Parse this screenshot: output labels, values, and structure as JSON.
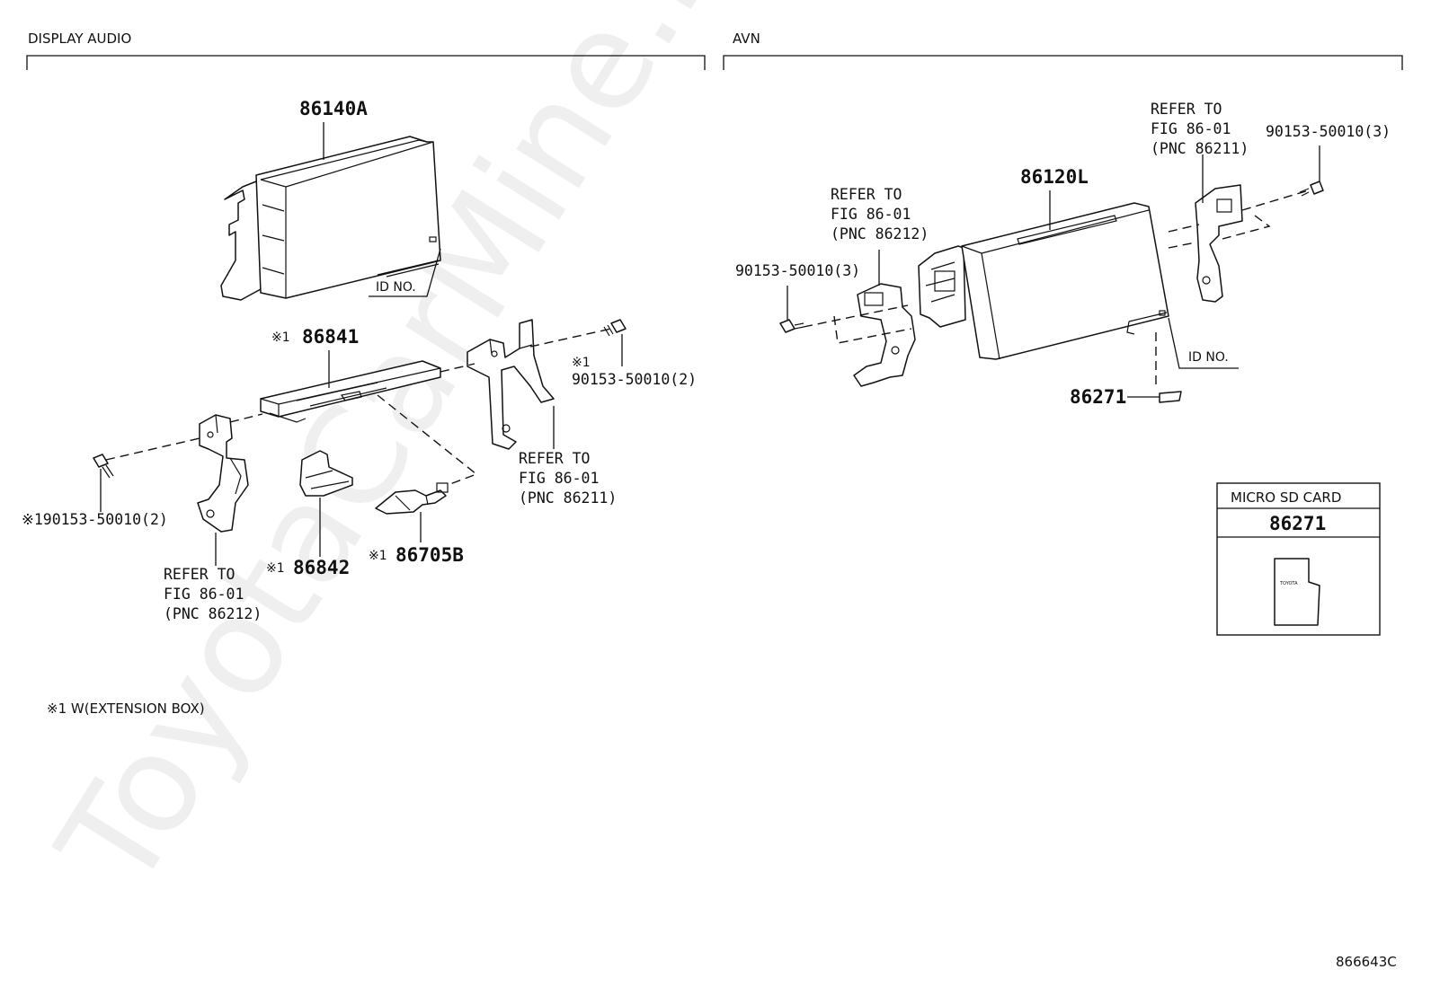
{
  "watermark": "ToyotaCarMine.ru",
  "sections": {
    "left": "DISPLAY AUDIO",
    "right": "AVN"
  },
  "left": {
    "p86140a": "86140A",
    "id_no": "ID NO.",
    "p86841": "86841",
    "p86841_mark": "※1",
    "bolt_right_mark": "※1",
    "bolt_right_part": "90153-50010(2)",
    "bolt_left": "※190153-50010(2)",
    "refer_right": [
      "REFER TO",
      "FIG 86-01",
      "(PNC 86211)"
    ],
    "refer_left": [
      "REFER TO",
      "FIG 86-01",
      "(PNC 86212)"
    ],
    "p86842": "86842",
    "p86842_mark": "※1",
    "p86705b": "86705B",
    "p86705b_mark": "※1",
    "footnote": "※1 W(EXTENSION BOX)"
  },
  "right": {
    "refer_top": [
      "REFER TO",
      "FIG 86-01",
      "(PNC 86211)"
    ],
    "bolt_top": "90153-50010(3)",
    "refer_mid": [
      "REFER TO",
      "FIG 86-01",
      "(PNC 86212)"
    ],
    "p86120l": "86120L",
    "bolt_left": "90153-50010(3)",
    "id_no": "ID NO.",
    "p86271": "86271",
    "sd_box": {
      "title": "MICRO SD CARD",
      "part": "86271",
      "card_brand": "TOYOTA"
    }
  },
  "figure_id": "866643C"
}
